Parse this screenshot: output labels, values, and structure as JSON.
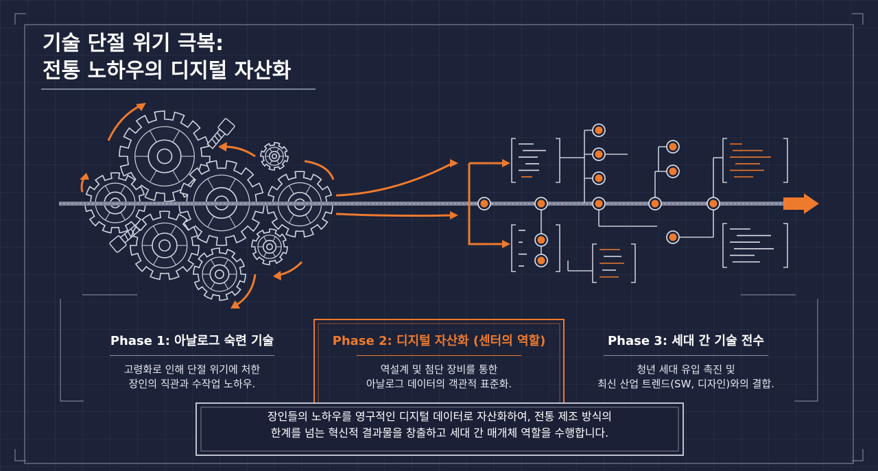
{
  "title": {
    "line1": "기술 단절 위기 극복:",
    "line2": "전통 노하우의 디지털 자산화"
  },
  "phases": [
    {
      "title": "Phase 1: 아날로그 숙련 기술",
      "desc": [
        "고령화로 인해 단절 위기에 처한",
        "장인의 직관과 수작업 노하우."
      ]
    },
    {
      "title": "Phase 2: 디지털 자산화 (센터의 역할)",
      "desc": [
        "역설계 및 첨단 장비를 통한",
        "아날로그 데이터의 객관적 표준화."
      ]
    },
    {
      "title": "Phase 3: 세대 간 기술 전수",
      "desc": [
        "청년 세대 유입 촉진 및",
        "최신 산업 트렌드(SW, 디자인)와의 결합."
      ]
    }
  ],
  "summary": {
    "line1": "장인들의 노하우를 영구적인 디지털 데이터로 자산화하여, 전통 제조 방식의",
    "line2": "한계를 넘는 혁신적 결과물을 창출하고 세대 간 매개체 역할을 수행합니다."
  },
  "colors": {
    "background": "#1c2238",
    "accent": "#ee7a2d",
    "line": "#c8ccd8"
  },
  "icons": [
    "gear-icon",
    "bolt-icon",
    "arrow-icon",
    "node-icon",
    "code-panel-icon"
  ]
}
